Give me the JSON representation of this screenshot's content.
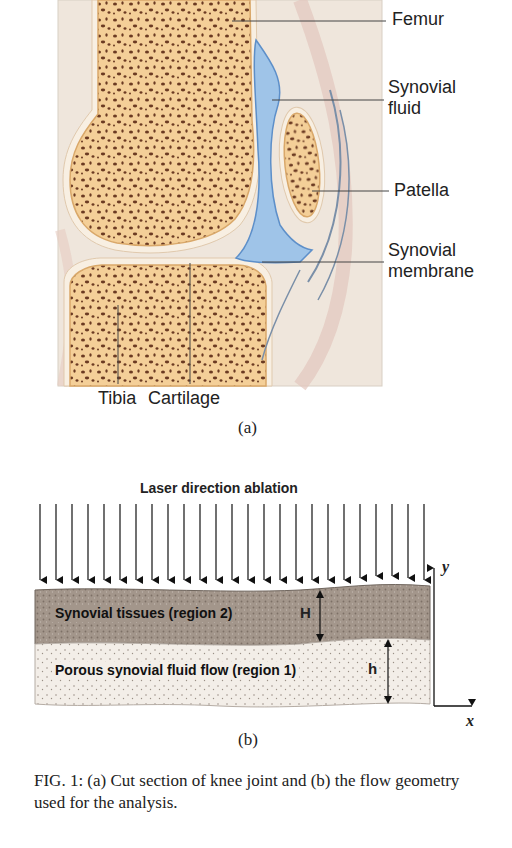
{
  "diagram": {
    "caption": "FIG. 1: (a) Cut section of knee joint and (b) the flow geometry used for the analysis.",
    "nodes": [
      {
        "text": [
          "Synovial tissues (region 2)"
        ]
      },
      {
        "text": [
          "Porous synovial fluid flow (region 1)"
        ]
      }
    ],
    "edges": [],
    "labels": [
      "Femur",
      "Synovial fluid",
      "Patella",
      "Synovial membrane",
      "Tibia",
      "Cartilage",
      "(a)",
      "Laser direction ablation",
      "H",
      "h",
      "y",
      "x",
      "(b)"
    ]
  }
}
